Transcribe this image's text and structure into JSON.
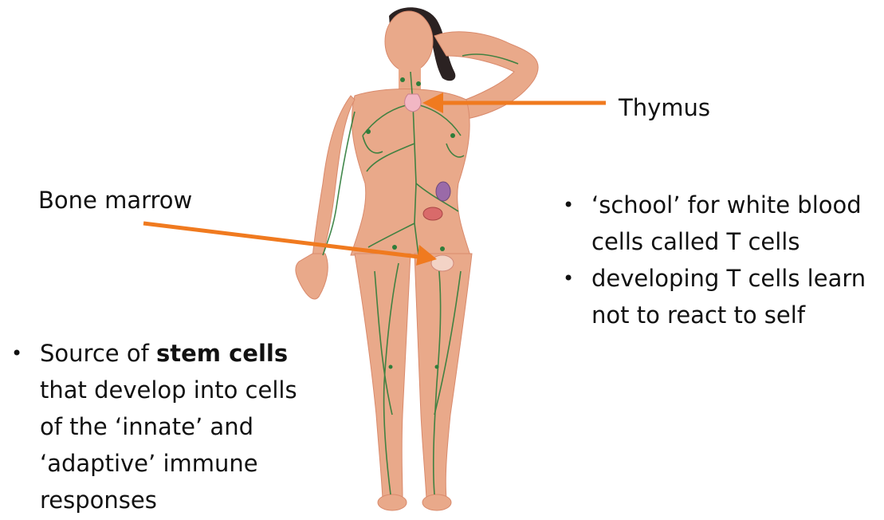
{
  "labels": {
    "thymus": "Thymus",
    "bone_marrow": "Bone marrow"
  },
  "thymus_bullets": [
    {
      "line1": "‘school’ for white blood",
      "line2": "cells called T cells"
    },
    {
      "line1": "developing T cells learn",
      "line2": "not to react to self"
    }
  ],
  "marrow_bullet": {
    "prefix": "Source of ",
    "bold": "stem cells",
    "line2": "that develop into cells",
    "line3": "of the ‘innate’ and",
    "line4": "‘adaptive’ immune",
    "line5": "responses"
  },
  "colors": {
    "arrow": "#f07a1f",
    "skin": "#e9a98a",
    "skin_shadow": "#d98a6c",
    "vessels": "#2f7d3a",
    "hair": "#2b2222"
  }
}
